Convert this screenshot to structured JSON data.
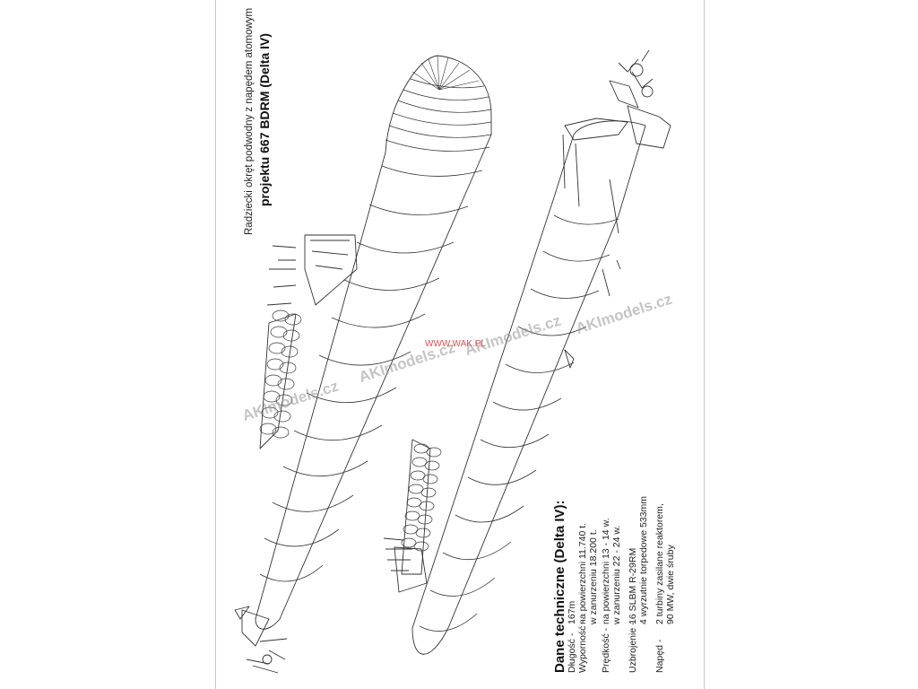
{
  "title": {
    "line1": "Radziecki okręt podwodny z napędem atomowym",
    "line2": "projektu 667 BDRM (Delta IV)"
  },
  "specs": {
    "heading": "Dane techniczne (Delta IV):",
    "rows": [
      {
        "label": "Długość -",
        "value": "167m"
      },
      {
        "label": "Wyporność -",
        "value": "na powierzchni 11.740 t."
      },
      {
        "label": "",
        "value": "w zanurzeniu 18.200 t."
      },
      {
        "label": "Prędkość -",
        "value": "na powierzchni 13 - 14 w."
      },
      {
        "label": "",
        "value": "w zanurzeniu 22 - 24 w."
      },
      {
        "label": "Uzbrojenie -",
        "value": "16 SLBM R-29RM"
      },
      {
        "label": "",
        "value": "4 wyrzutnie torpedowe 533mm"
      },
      {
        "label": "Napęd -",
        "value": "2 turbiny zasilane reaktorem,"
      },
      {
        "label": "",
        "value": "90 MW, dwie śruby"
      }
    ]
  },
  "watermarks": {
    "brand": "AKImodels.cz",
    "site": "WWW.WAK.PL"
  },
  "colors": {
    "line": "#333333",
    "watermark": "#969696",
    "site_watermark": "#e05050"
  }
}
